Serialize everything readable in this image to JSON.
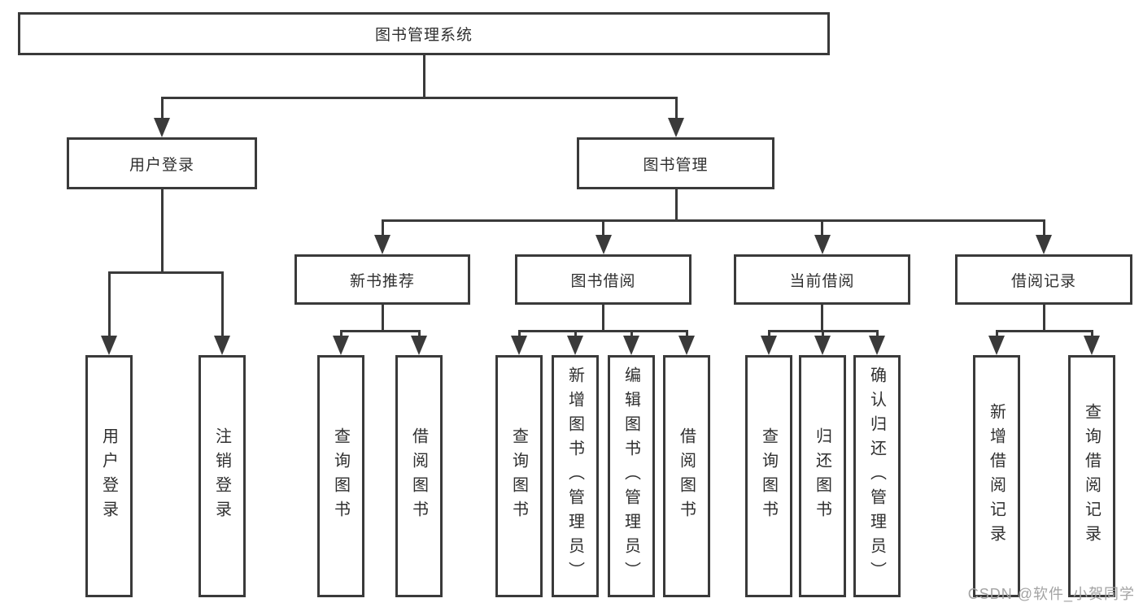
{
  "diagram_type": "hierarchy-tree",
  "tree": {
    "label": "图书管理系统",
    "children": [
      {
        "label": "用户登录",
        "children": [
          {
            "label": "用户登录"
          },
          {
            "label": "注销登录"
          }
        ]
      },
      {
        "label": "图书管理",
        "children": [
          {
            "label": "新书推荐",
            "children": [
              {
                "label": "查询图书"
              },
              {
                "label": "借阅图书"
              }
            ]
          },
          {
            "label": "图书借阅",
            "children": [
              {
                "label": "查询图书"
              },
              {
                "label": "新增图书（管理员）"
              },
              {
                "label": "编辑图书（管理员）"
              },
              {
                "label": "借阅图书"
              }
            ]
          },
          {
            "label": "当前借阅",
            "children": [
              {
                "label": "查询图书"
              },
              {
                "label": "归还图书"
              },
              {
                "label": "确认归还（管理员）"
              }
            ]
          },
          {
            "label": "借阅记录",
            "children": [
              {
                "label": "新增借阅记录"
              },
              {
                "label": "查询借阅记录"
              }
            ]
          }
        ]
      }
    ]
  },
  "watermark": "CSDN @软件_小贺同学",
  "colors": {
    "line": "#3a3a3a",
    "text": "#2f2f2f",
    "background": "#ffffff",
    "watermark": "#a3a3a3"
  }
}
